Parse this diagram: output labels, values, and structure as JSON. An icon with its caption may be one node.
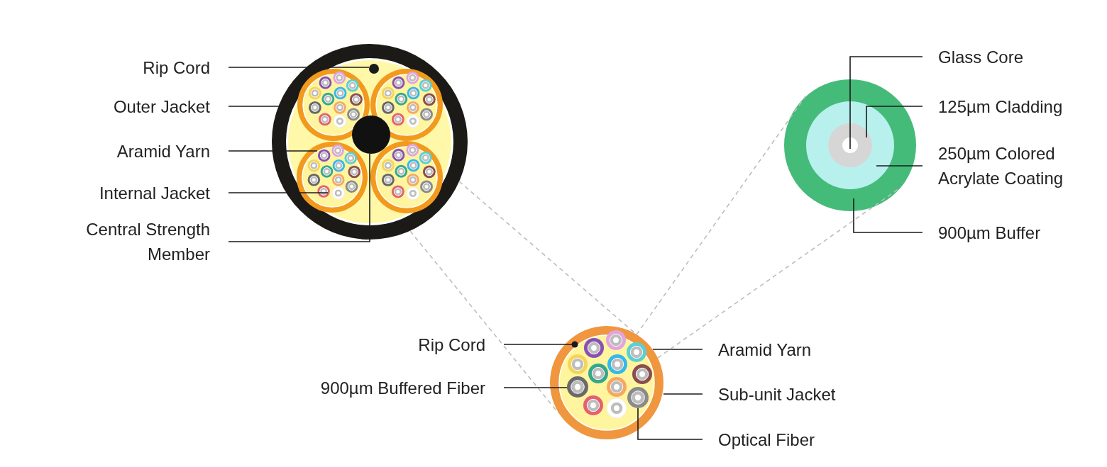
{
  "diagram": {
    "nodes": [
      {
        "text": [
          "Rip Cord"
        ]
      },
      {
        "text": [
          "Outer Jacket"
        ]
      },
      {
        "text": [
          "Aramid Yarn"
        ]
      },
      {
        "text": [
          "Internal Jacket"
        ]
      },
      {
        "text": [
          "Central Strength Member"
        ]
      },
      {
        "text": [
          "Glass Core"
        ]
      },
      {
        "text": [
          "125µm Cladding"
        ]
      },
      {
        "text": [
          "250µm Colored Acrylate Coating"
        ]
      },
      {
        "text": [
          "900µm Buffer"
        ]
      },
      {
        "text": [
          "Rip Cord"
        ]
      },
      {
        "text": [
          "900µm Buffered Fiber"
        ]
      },
      {
        "text": [
          "Aramid Yarn"
        ]
      },
      {
        "text": [
          "Sub-unit Jacket"
        ]
      },
      {
        "text": [
          "Optical Fiber"
        ]
      },
      {
        "text": [],
        "shape": "circle",
        "in": 15
      },
      {
        "text": [],
        "shape": "circle"
      },
      {
        "text": [],
        "shape": "circle",
        "in": 15
      },
      {
        "text": [],
        "shape": "circle",
        "in": 15
      },
      {
        "text": [],
        "shape": "circle",
        "in": 19
      },
      {
        "text": [],
        "shape": "circle",
        "in": 20
      },
      {
        "text": [],
        "shape": "circle",
        "in": 21
      },
      {
        "text": [],
        "shape": "circle"
      },
      {
        "text": [],
        "shape": "circle",
        "in": 24
      },
      {
        "text": [],
        "shape": "circle",
        "in": 24
      },
      {
        "text": [],
        "shape": "circle"
      },
      {
        "text": [],
        "shape": "circle",
        "in": 24
      }
    ],
    "edges": [
      {
        "from": 0,
        "to": 14,
        "arrow": "none"
      },
      {
        "from": 1,
        "to": 15,
        "arrow": "none"
      },
      {
        "from": 2,
        "to": 16,
        "arrow": "none"
      },
      {
        "from": 3,
        "to": 16,
        "arrow": "none"
      },
      {
        "from": 4,
        "to": 17,
        "arrow": "none"
      },
      {
        "from": 5,
        "to": 18,
        "arrow": "none"
      },
      {
        "from": 6,
        "to": 19,
        "arrow": "none"
      },
      {
        "from": 7,
        "to": 20,
        "arrow": "none"
      },
      {
        "from": 8,
        "to": 21,
        "arrow": "none"
      },
      {
        "from": 9,
        "to": 22,
        "arrow": "none"
      },
      {
        "from": 10,
        "to": 23,
        "arrow": "none"
      },
      {
        "from": 11,
        "to": 24,
        "arrow": "none"
      },
      {
        "from": 12,
        "to": 24,
        "arrow": "none"
      },
      {
        "from": 13,
        "to": 25,
        "arrow": "none"
      },
      {
        "from": 15,
        "to": 24,
        "arrow": "none",
        "style": "dashed",
        "color": "#bdbdbd"
      },
      {
        "from": 15,
        "to": 24,
        "arrow": "none",
        "style": "dashed",
        "color": "#bdbdbd"
      },
      {
        "from": 24,
        "to": 21,
        "arrow": "none",
        "style": "dashed",
        "color": "#bdbdbd"
      },
      {
        "from": 24,
        "to": 21,
        "arrow": "none",
        "style": "dashed",
        "color": "#bdbdbd"
      }
    ]
  }
}
